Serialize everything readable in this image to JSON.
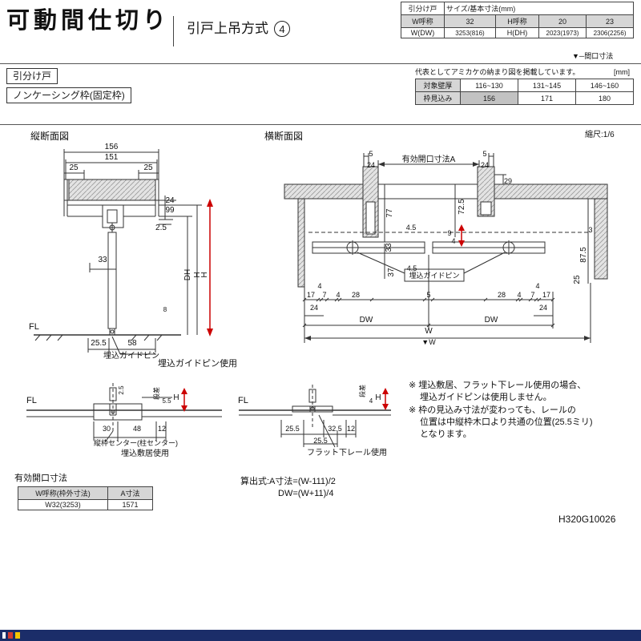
{
  "colors": {
    "accent_red": "#cc0000",
    "footer_bar": "#1b2d69",
    "hatch_gray": "#e0e0e0"
  },
  "page": {
    "title": "可動間仕切り",
    "subtitle": "引戸上吊方式",
    "method_number": "4",
    "opening_marker": "▼─間口寸法",
    "scale": "縮尺:1/6",
    "doc_number": "H320G10026"
  },
  "size_table": {
    "group": "引分け戸",
    "header": "サイズ/基本寸法(mm)",
    "r1": [
      "W呼称",
      "32",
      "H呼称",
      "20",
      "23"
    ],
    "r2": [
      "W(DW)",
      "3253(816)",
      "H(DH)",
      "2023(1973)",
      "2306(2256)"
    ]
  },
  "type_labels": {
    "door": "引分け戸",
    "frame": "ノンケーシング枠(固定枠)"
  },
  "wall_table": {
    "note": "代表としてアミカケの納まり図を掲載しています。",
    "unit": "[mm]",
    "r1": [
      "対象壁厚",
      "116~130",
      "131~145",
      "146~160"
    ],
    "r2": [
      "枠見込み",
      "156",
      "171",
      "180"
    ]
  },
  "vsec": {
    "title": "縦断面図",
    "fl": "FL",
    "pin": "埋込ガイドピン",
    "caption": "埋込ガイドピン使用",
    "d156": "156",
    "d151": "151",
    "d25l": "25",
    "d25r": "25",
    "d24": "24",
    "d99": "99",
    "d2_5": "2.5",
    "d33": "33",
    "dh": "DH",
    "h1": "H",
    "h2": "H",
    "d8": "8",
    "d25_5": "25.5",
    "d58": "58"
  },
  "hsec": {
    "title": "横断面図",
    "opening": "有効開口寸法A",
    "pin": "埋込ガイドピン",
    "d5l": "5",
    "d24l": "24",
    "d5r": "5",
    "d24r": "24",
    "d29": "29",
    "d77": "77",
    "d72_5": "72.5",
    "d4_5a": "4.5",
    "d9": "9",
    "d4a": "4",
    "d3": "3",
    "d33": "33",
    "d37": "37",
    "d4_5b": "4.5",
    "d87_5": "87.5",
    "d25": "25",
    "b17l": "17",
    "b4lt": "4",
    "b7l": "7",
    "b24l": "24",
    "b4l2": "4",
    "b28l": "28",
    "b5": "5",
    "b28r": "28",
    "b4r2": "4",
    "b7r": "7",
    "b4rt": "4",
    "b17r": "17",
    "b24r": "24",
    "dwl": "DW",
    "dwr": "DW",
    "w": "W",
    "wmark": "▼W"
  },
  "detail_sill": {
    "fl": "FL",
    "d2_5": "2.5",
    "step": "段差",
    "d5_5": "5.5",
    "h": "H",
    "d30": "30",
    "d48": "48",
    "d12": "12",
    "center": "縦枠センター(柱センター)",
    "caption": "埋込敷居使用"
  },
  "detail_rail": {
    "fl": "FL",
    "step": "段差",
    "d4": "4",
    "h": "H",
    "d25_5a": "25.5",
    "d32_5": "32.5",
    "d25_5b": "25.5",
    "d12": "12",
    "caption": "フラット下レール使用"
  },
  "notes": {
    "lines": [
      "※ 埋込敷居、フラット下レール使用の場合、",
      "埋込ガイドピンは使用しません。",
      "※ 枠の見込み寸法が変わっても、レールの",
      "位置は中縦枠木口より共通の位置(25.5ミリ)",
      "となります。"
    ]
  },
  "opening_table": {
    "title": "有効開口寸法",
    "headers": [
      "W呼称(枠外寸法)",
      "A寸法"
    ],
    "row": [
      "W32(3253)",
      "1571"
    ]
  },
  "formulas": {
    "l1": "算出式:A寸法=(W-111)/2",
    "l2": "DW=(W+11)/4"
  }
}
